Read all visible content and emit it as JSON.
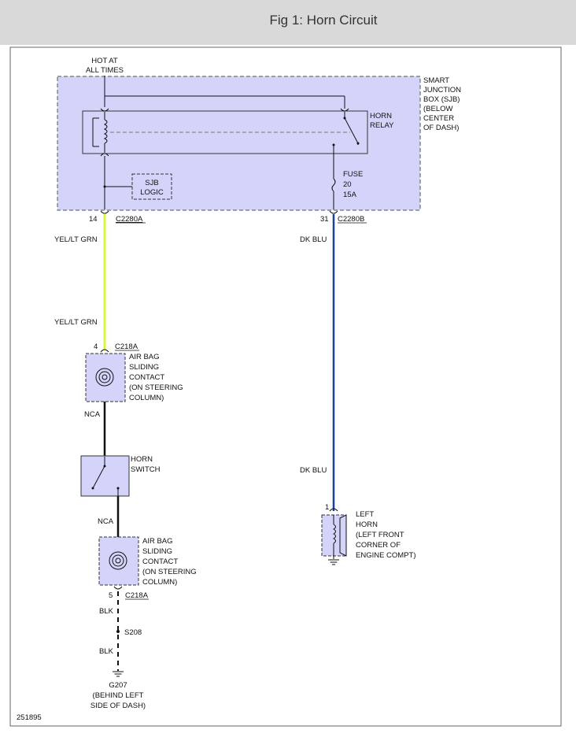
{
  "title": "Fig 1: Horn Circuit",
  "figure_id": "251895",
  "labels": {
    "hot_at_line1": "HOT AT",
    "hot_at_line2": "ALL TIMES",
    "sjb": [
      "SMART",
      "JUNCTION",
      "BOX (SJB)",
      "(BELOW",
      "CENTER",
      "OF DASH)"
    ],
    "horn_relay": [
      "HORN",
      "RELAY"
    ],
    "sjb_logic": [
      "SJB",
      "LOGIC"
    ],
    "fuse": [
      "FUSE",
      "20",
      "15A"
    ],
    "pin_14": "14",
    "conn_c2280a": "C2280A",
    "pin_31": "31",
    "conn_c2280b": "C2280B",
    "wire_yel_top": "YEL/LT GRN",
    "wire_yel_bottom": "YEL/LT GRN",
    "wire_dkblu_top": "DK BLU",
    "wire_dkblu_bottom": "DK BLU",
    "pin_4": "4",
    "conn_c218a_top": "C218A",
    "airbag_top": [
      "AIR BAG",
      "SLIDING",
      "CONTACT",
      "(ON STEERING",
      "COLUMN)"
    ],
    "nca_top": "NCA",
    "horn_switch": [
      "HORN",
      "SWITCH"
    ],
    "nca_bottom": "NCA",
    "airbag_bottom": [
      "AIR BAG",
      "SLIDING",
      "CONTACT",
      "(ON STEERING",
      "COLUMN)"
    ],
    "pin_5": "5",
    "conn_c218a_bottom": "C218A",
    "blk_top": "BLK",
    "splice_s208": "S208",
    "blk_bottom": "BLK",
    "ground_g207": [
      "G207",
      "(BEHIND LEFT",
      "SIDE OF DASH)"
    ],
    "pin_1": "1",
    "left_horn": [
      "LEFT",
      "HORN",
      "(LEFT FRONT",
      "CORNER OF",
      "ENGINE COMPT)"
    ]
  },
  "colors": {
    "component_fill": "#d4d4fa",
    "wire_yel_lt_grn": "#d8f542",
    "wire_dk_blu": "#1f3f9a",
    "wire_black": "#111111",
    "header_bg": "#d9d9d9"
  }
}
